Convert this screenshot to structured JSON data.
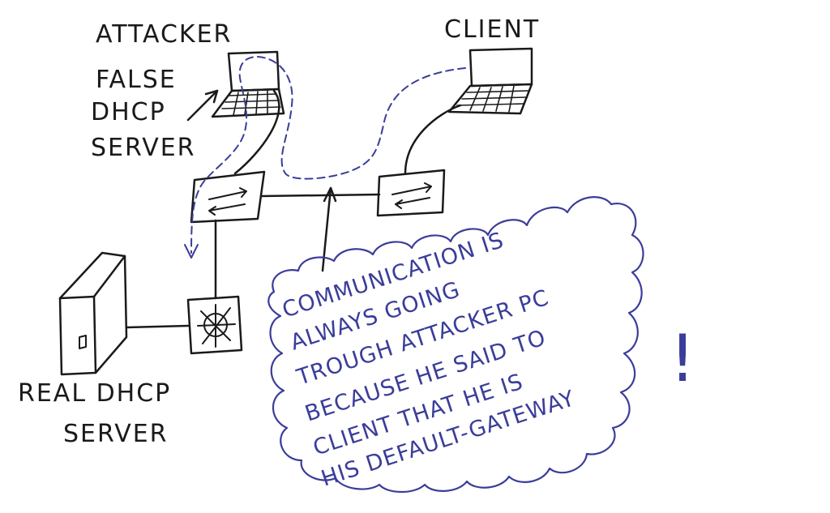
{
  "labels": {
    "attacker": "ATTACKER",
    "attacker_role_1": "FALSE",
    "attacker_role_2": "DHCP",
    "attacker_role_3": "SERVER",
    "client": "CLIENT",
    "real_server_1": "REAL DHCP",
    "real_server_2": "SERVER"
  },
  "bubble": {
    "lines": [
      "COMMUNICATION IS",
      "ALWAYS GOING",
      "TROUGH ATTACKER PC",
      "BECAUSE HE SAID TO",
      "CLIENT THAT HE IS",
      "HIS DEFAULT-GATEWAY"
    ],
    "exclamation": "!"
  },
  "colors": {
    "ink": "#1a1a1a",
    "blue_ink": "#3a3d9a",
    "background": "#ffffff"
  }
}
